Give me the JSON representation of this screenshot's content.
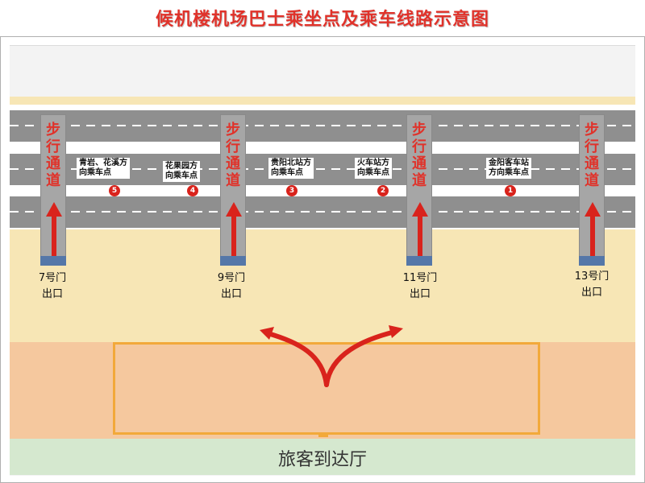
{
  "title": "候机楼机场巴士乘坐点及乘车线路示意图",
  "walkway_label": "步行通道",
  "walkways": [
    {
      "id": "7",
      "door": "7号门",
      "exit": "出口"
    },
    {
      "id": "9",
      "door": "9号门",
      "exit": "出口"
    },
    {
      "id": "11",
      "door": "11号门",
      "exit": "出口"
    },
    {
      "id": "13",
      "door": "13号门",
      "exit": "出口"
    }
  ],
  "boarding_points": [
    {
      "number": "5",
      "line1": "青岩、花溪方",
      "line2": "向乘车点"
    },
    {
      "number": "4",
      "line1": "花果园方",
      "line2": "向乘车点"
    },
    {
      "number": "3",
      "line1": "贵阳北站方",
      "line2": "向乘车点"
    },
    {
      "number": "2",
      "line1": "火车站方",
      "line2": "向乘车点"
    },
    {
      "number": "1",
      "line1": "金阳客车站",
      "line2": "方向乘车点"
    }
  ],
  "arrival_hall": "旅客到达厅",
  "colors": {
    "title": "#e0322a",
    "walkway_text": "#e0322a",
    "arrow": "#d9231c",
    "road": "#8f8f8f",
    "platform": "#f7e6b5",
    "arrival_zone": "#f5c89e",
    "arrival_hall": "#d5e8cf"
  }
}
